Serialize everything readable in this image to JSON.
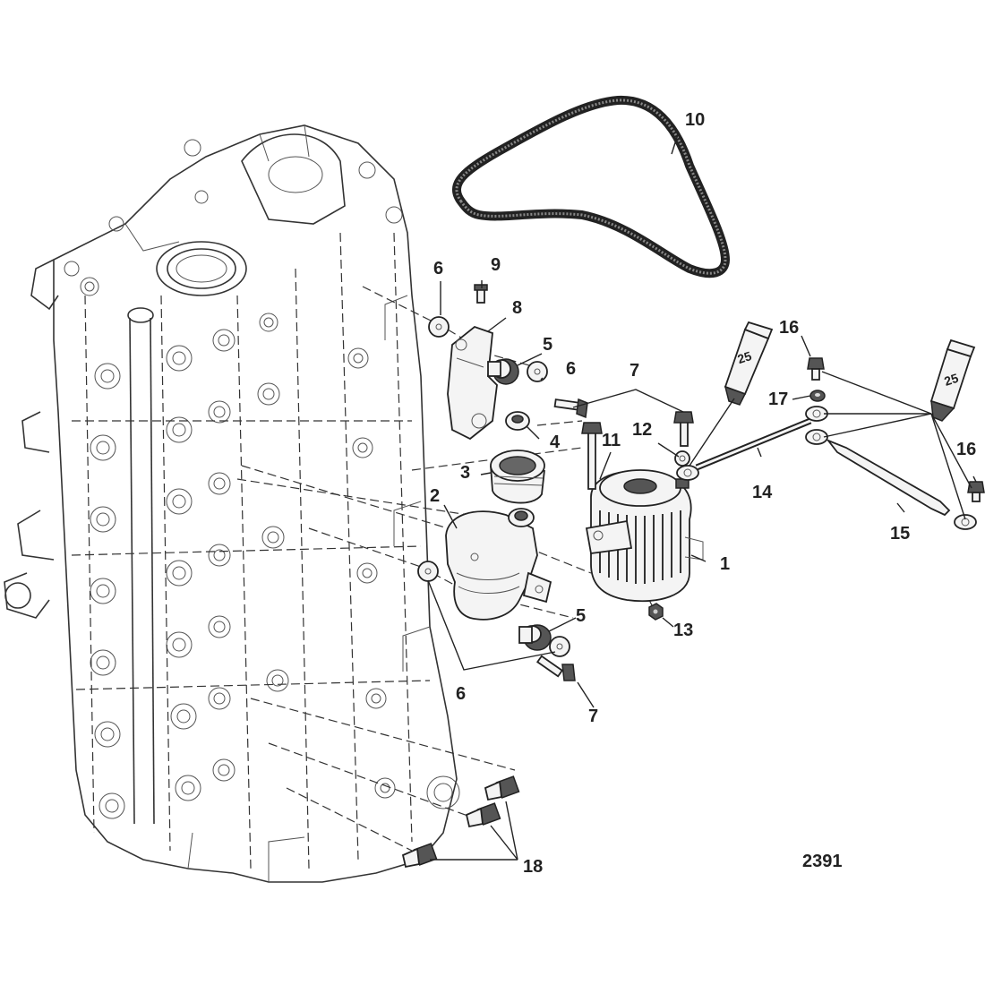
{
  "diagram": {
    "figure_number": "2391",
    "callouts": [
      {
        "id": "c1",
        "text": "1"
      },
      {
        "id": "c2",
        "text": "2"
      },
      {
        "id": "c3",
        "text": "3"
      },
      {
        "id": "c4",
        "text": "4"
      },
      {
        "id": "c5a",
        "text": "5"
      },
      {
        "id": "c5b",
        "text": "5"
      },
      {
        "id": "c6a",
        "text": "6"
      },
      {
        "id": "c6b",
        "text": "6"
      },
      {
        "id": "c6c",
        "text": "6"
      },
      {
        "id": "c7a",
        "text": "7"
      },
      {
        "id": "c7b",
        "text": "7"
      },
      {
        "id": "c8",
        "text": "8"
      },
      {
        "id": "c9",
        "text": "9"
      },
      {
        "id": "c10",
        "text": "10"
      },
      {
        "id": "c11",
        "text": "11"
      },
      {
        "id": "c12",
        "text": "12"
      },
      {
        "id": "c13",
        "text": "13"
      },
      {
        "id": "c14",
        "text": "14"
      },
      {
        "id": "c15",
        "text": "15"
      },
      {
        "id": "c16a",
        "text": "16"
      },
      {
        "id": "c16b",
        "text": "16"
      },
      {
        "id": "c17",
        "text": "17"
      },
      {
        "id": "c18",
        "text": "18"
      }
    ],
    "sealant_tubes": [
      {
        "id": "t1",
        "text": "25"
      },
      {
        "id": "t2",
        "text": "25"
      }
    ]
  }
}
